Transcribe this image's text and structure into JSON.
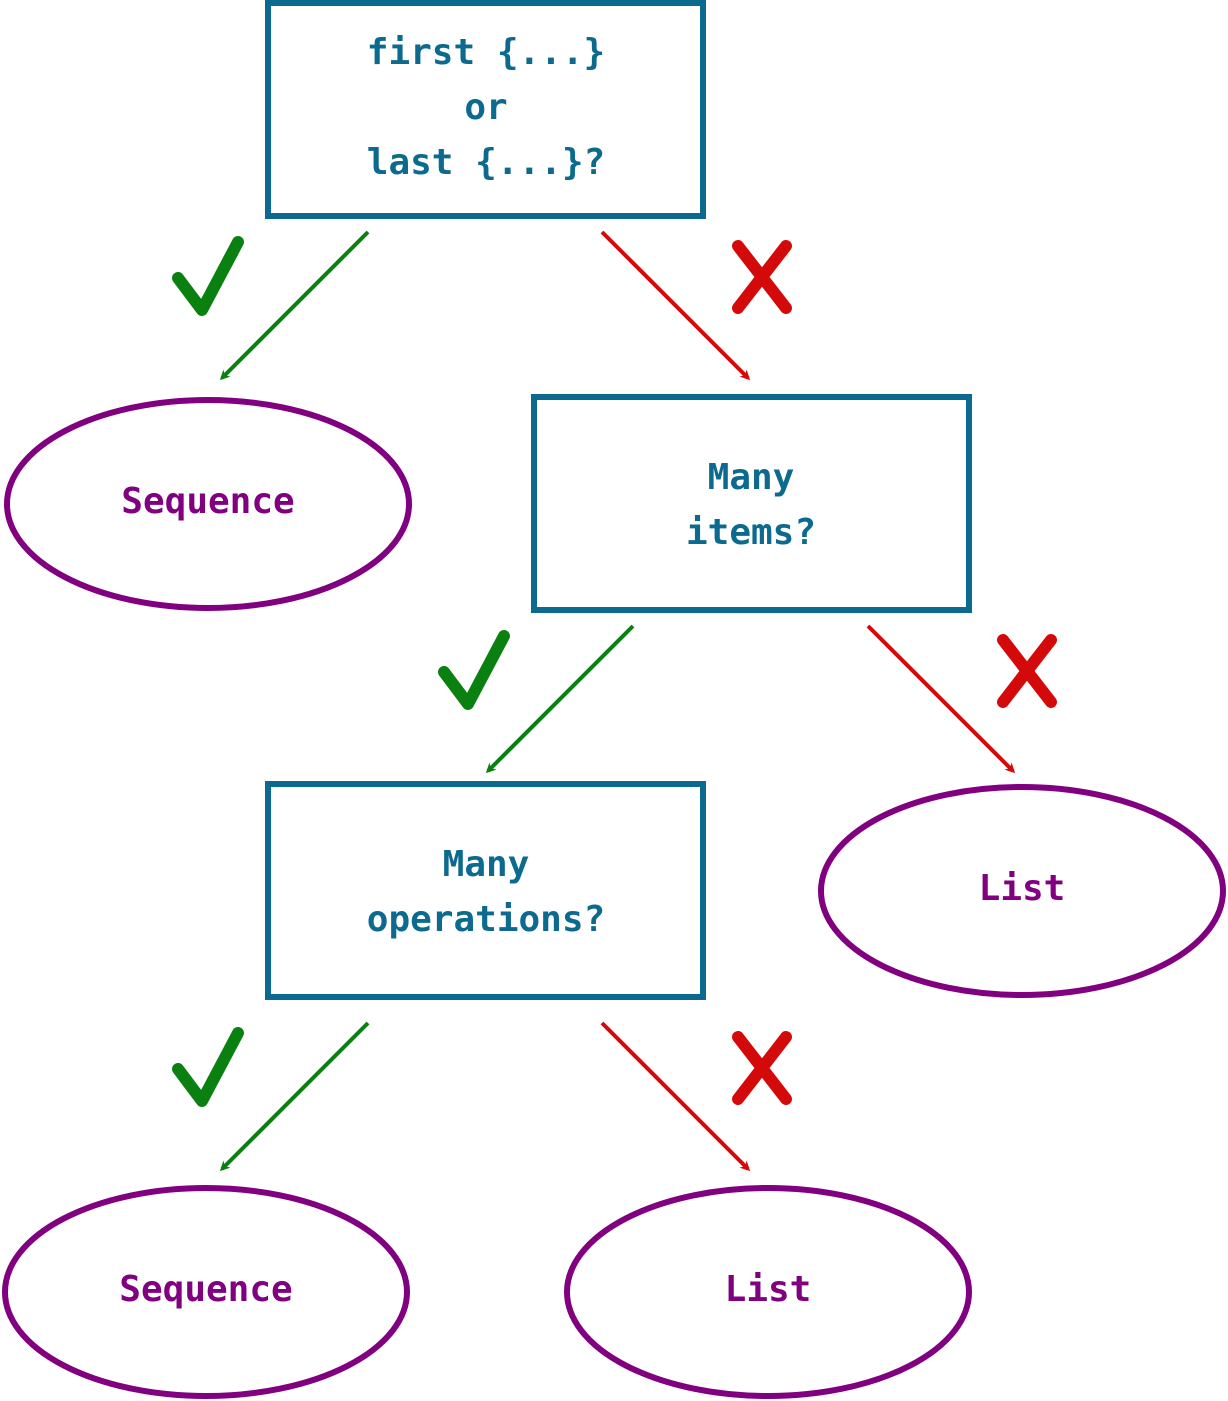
{
  "colors": {
    "decision": "#0b6a8e",
    "result": "#800080",
    "yes": "#0a8010",
    "no": "#d40a0a",
    "background": "#ffffff"
  },
  "decisions": {
    "first_or_last": {
      "line1": "first {...}",
      "line2": "or",
      "line3": "last {...}?"
    },
    "many_items": {
      "line1": "Many",
      "line2": "items?"
    },
    "many_operations": {
      "line1": "Many",
      "line2": "operations?"
    }
  },
  "results": {
    "top_left": "Sequence",
    "middle_right": "List",
    "bottom_left": "Sequence",
    "bottom_right": "List"
  },
  "branch_icons": {
    "yes": "checkmark-icon",
    "no": "cross-icon"
  }
}
